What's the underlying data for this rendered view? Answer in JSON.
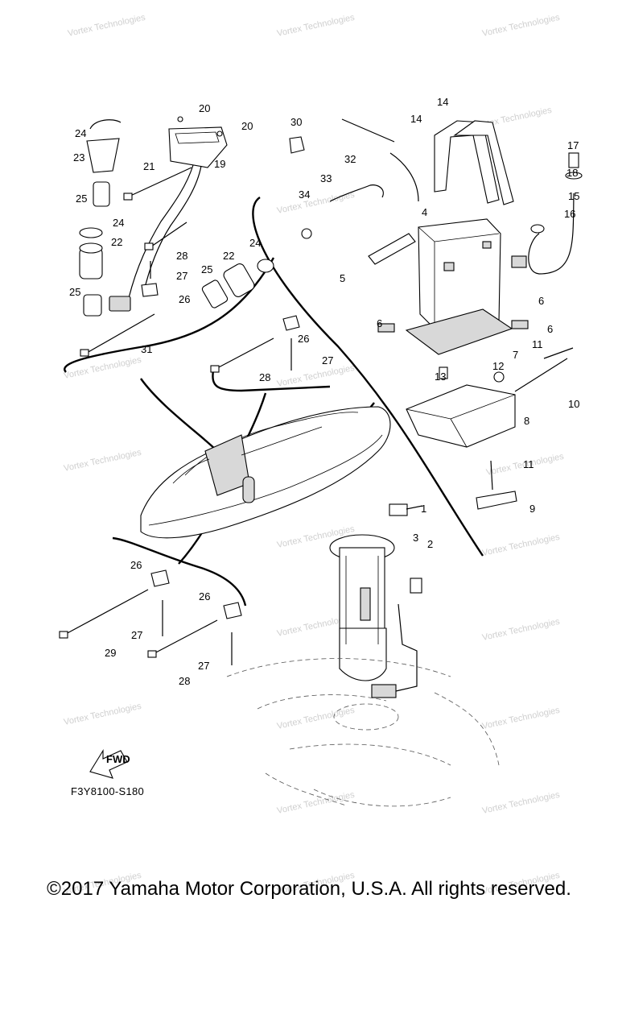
{
  "diagram": {
    "code": "F3Y8100-S180",
    "fwd_label": "FWD",
    "callouts": [
      "1",
      "2",
      "3",
      "4",
      "5",
      "6",
      "7",
      "8",
      "9",
      "10",
      "11",
      "12",
      "13",
      "14",
      "15",
      "16",
      "17",
      "18",
      "19",
      "20",
      "21",
      "22",
      "23",
      "24",
      "25",
      "26",
      "27",
      "28",
      "29",
      "30",
      "31",
      "32",
      "33",
      "34"
    ],
    "watermark": "Vortex Technologies"
  },
  "footer": {
    "copyright": "©2017 Yamaha Motor Corporation, U.S.A. All rights reserved."
  }
}
